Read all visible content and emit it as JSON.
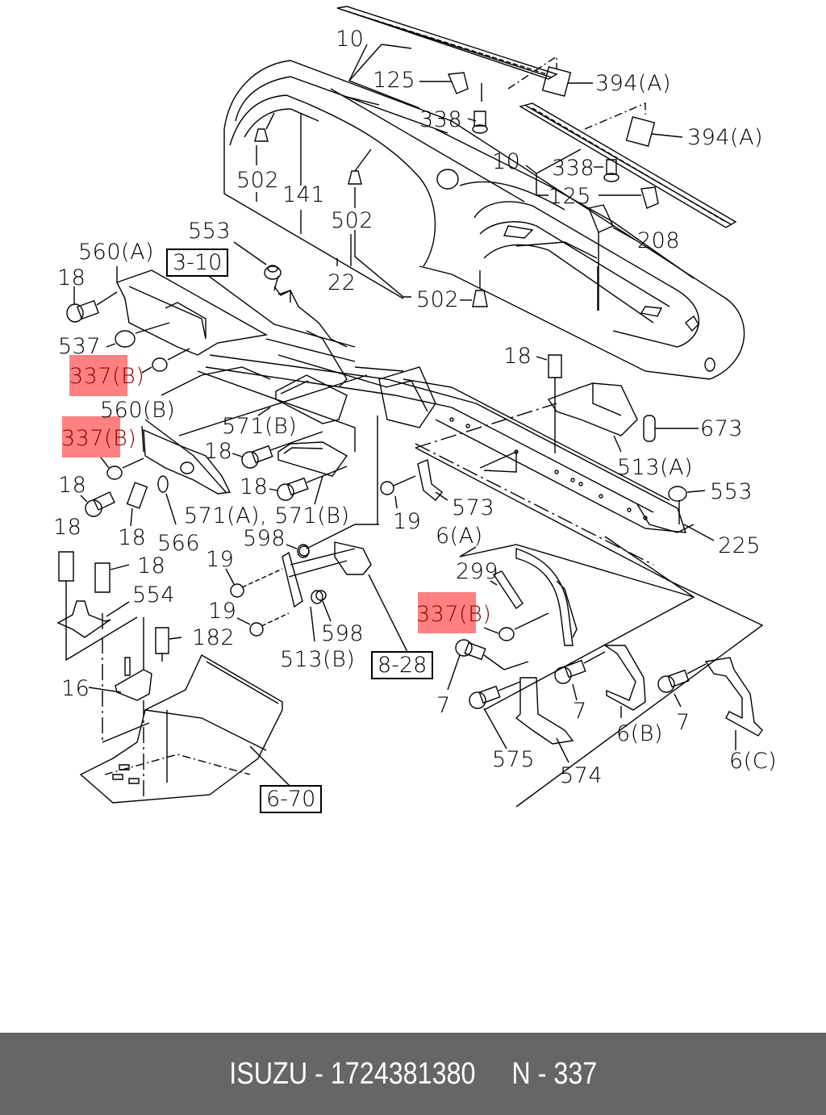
{
  "diagram": {
    "title": "Instrument panel & reinforcement exploded parts diagram",
    "highlight_color": "#ff8080",
    "highlighted_part": "337(B)",
    "callouts": [
      {
        "id": "c10a",
        "label": "10"
      },
      {
        "id": "c125a",
        "label": "125"
      },
      {
        "id": "c338a",
        "label": "338"
      },
      {
        "id": "c394a1",
        "label": "394(A)"
      },
      {
        "id": "c394a2",
        "label": "394(A)"
      },
      {
        "id": "c10b",
        "label": "10"
      },
      {
        "id": "c338b",
        "label": "338"
      },
      {
        "id": "c125b",
        "label": "125"
      },
      {
        "id": "c208",
        "label": "208"
      },
      {
        "id": "c502a",
        "label": "502"
      },
      {
        "id": "c141",
        "label": "141"
      },
      {
        "id": "c502b",
        "label": "502"
      },
      {
        "id": "c553a",
        "label": "553"
      },
      {
        "id": "c22",
        "label": "22"
      },
      {
        "id": "c502c",
        "label": "502"
      },
      {
        "id": "c560a",
        "label": "560(A)"
      },
      {
        "id": "c18a",
        "label": "18"
      },
      {
        "id": "c537",
        "label": "537"
      },
      {
        "id": "c337b1",
        "label": "337(B)",
        "highlight": true
      },
      {
        "id": "c560b",
        "label": "560(B)"
      },
      {
        "id": "c337b2",
        "label": "337(B)",
        "highlight": true
      },
      {
        "id": "c571b",
        "label": "571(B)"
      },
      {
        "id": "c18b",
        "label": "18"
      },
      {
        "id": "c18c",
        "label": "18"
      },
      {
        "id": "c18d",
        "label": "18"
      },
      {
        "id": "c18e",
        "label": "18"
      },
      {
        "id": "c566",
        "label": "566"
      },
      {
        "id": "c571ab",
        "label": "571(A), 571(B)"
      },
      {
        "id": "c18f",
        "label": "18"
      },
      {
        "id": "c673",
        "label": "673"
      },
      {
        "id": "c513a",
        "label": "513(A)"
      },
      {
        "id": "c553b",
        "label": "553"
      },
      {
        "id": "c19a",
        "label": "19"
      },
      {
        "id": "c573",
        "label": "573"
      },
      {
        "id": "c225",
        "label": "225"
      },
      {
        "id": "c598a",
        "label": "598"
      },
      {
        "id": "c6a",
        "label": "6(A)"
      },
      {
        "id": "c18g",
        "label": "18"
      },
      {
        "id": "c18h",
        "label": "18"
      },
      {
        "id": "c19b",
        "label": "19"
      },
      {
        "id": "c299",
        "label": "299"
      },
      {
        "id": "c554",
        "label": "554"
      },
      {
        "id": "c337b3",
        "label": "337(B)",
        "highlight": true
      },
      {
        "id": "c19c",
        "label": "19"
      },
      {
        "id": "c598b",
        "label": "598"
      },
      {
        "id": "c182",
        "label": "182"
      },
      {
        "id": "c513b",
        "label": "513(B)"
      },
      {
        "id": "c16",
        "label": "16"
      },
      {
        "id": "c7a",
        "label": "7"
      },
      {
        "id": "c7b",
        "label": "7"
      },
      {
        "id": "c6b",
        "label": "6(B)"
      },
      {
        "id": "c7c",
        "label": "7"
      },
      {
        "id": "c575",
        "label": "575"
      },
      {
        "id": "c574",
        "label": "574"
      },
      {
        "id": "c6c",
        "label": "6(C)"
      }
    ],
    "ref_boxes": [
      {
        "id": "r310",
        "label": "3-10"
      },
      {
        "id": "r828",
        "label": "8-28"
      },
      {
        "id": "r670",
        "label": "6-70"
      }
    ]
  },
  "banner": {
    "brand": "ISUZU",
    "part_number": "1724381380",
    "ref": "N - 337",
    "text": "ISUZU - 1724381380     N - 337"
  }
}
